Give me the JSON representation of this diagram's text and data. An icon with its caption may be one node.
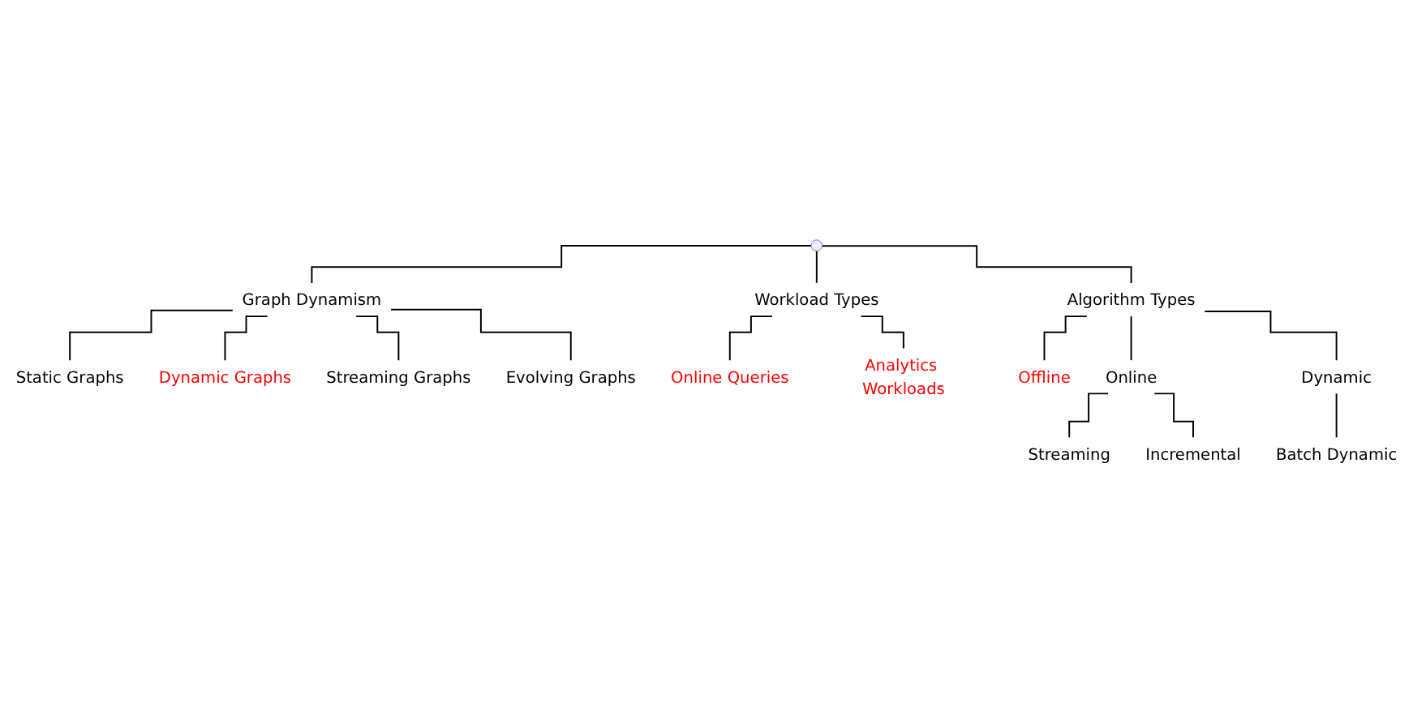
{
  "diagram": {
    "nodes": [
      {
        "text": [],
        "shape": "point"
      },
      {
        "text": [
          "Graph Dynamism"
        ]
      },
      {
        "text": [
          "Algorithm Types"
        ]
      },
      {
        "text": [
          "Workload Types"
        ]
      },
      {
        "text": [
          "Static Graphs"
        ]
      },
      {
        "text": [
          "Dynamic Graphs"
        ]
      },
      {
        "text": [
          "Streaming Graphs"
        ]
      },
      {
        "text": [
          "Evolving Graphs"
        ]
      },
      {
        "text": [
          "Online Queries"
        ]
      },
      {
        "text": [
          "Analytics Workloads"
        ]
      },
      {
        "text": [
          "Offline"
        ]
      },
      {
        "text": [
          "Online"
        ]
      },
      {
        "text": [
          "Dynamic"
        ]
      },
      {
        "text": [
          "Streaming"
        ]
      },
      {
        "text": [
          "Incremental"
        ]
      },
      {
        "text": [
          "Batch Dynamic"
        ]
      }
    ],
    "edges": [
      {
        "from": 0,
        "to": 1,
        "arrow": "none"
      },
      {
        "from": 0,
        "to": 2,
        "arrow": "none"
      },
      {
        "from": 0,
        "to": 3,
        "arrow": "none"
      },
      {
        "from": 1,
        "to": 4,
        "arrow": "none"
      },
      {
        "from": 1,
        "to": 5,
        "arrow": "none"
      },
      {
        "from": 1,
        "to": 6,
        "arrow": "none"
      },
      {
        "from": 1,
        "to": 7,
        "arrow": "none"
      },
      {
        "from": 3,
        "to": 8,
        "arrow": "none"
      },
      {
        "from": 3,
        "to": 9,
        "arrow": "none"
      },
      {
        "from": 2,
        "to": 10,
        "arrow": "none"
      },
      {
        "from": 2,
        "to": 11,
        "arrow": "none"
      },
      {
        "from": 2,
        "to": 12,
        "arrow": "none"
      },
      {
        "from": 11,
        "to": 13,
        "arrow": "none"
      },
      {
        "from": 11,
        "to": 14,
        "arrow": "none"
      },
      {
        "from": 12,
        "to": 15,
        "arrow": "none"
      }
    ]
  }
}
